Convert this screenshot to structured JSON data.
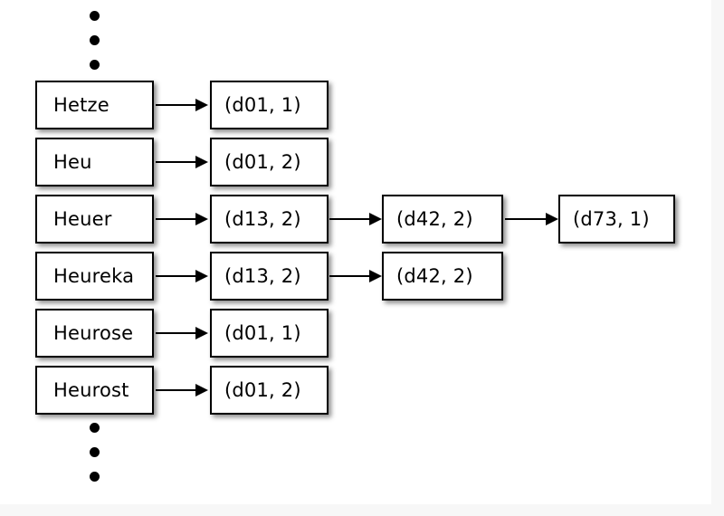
{
  "diagram": {
    "title": "inverted-index-postings-lists",
    "background_color": "#ffffff",
    "page_color": "#f7f7f7",
    "box_border_color": "#000000",
    "text_color": "#000000",
    "dots_top": [
      "dot",
      "dot",
      "dot"
    ],
    "dots_bottom": [
      "dot",
      "dot",
      "dot"
    ],
    "rows": [
      {
        "term": "Hetze",
        "postings": [
          "(d01, 1)"
        ]
      },
      {
        "term": "Heu",
        "postings": [
          "(d01, 2)"
        ]
      },
      {
        "term": "Heuer",
        "postings": [
          "(d13, 2)",
          "(d42, 2)",
          "(d73, 1)"
        ]
      },
      {
        "term": "Heureka",
        "postings": [
          "(d13, 2)",
          "(d42, 2)"
        ]
      },
      {
        "term": "Heurose",
        "postings": [
          "(d01, 1)"
        ]
      },
      {
        "term": "Heurost",
        "postings": [
          "(d01, 2)"
        ]
      }
    ]
  }
}
